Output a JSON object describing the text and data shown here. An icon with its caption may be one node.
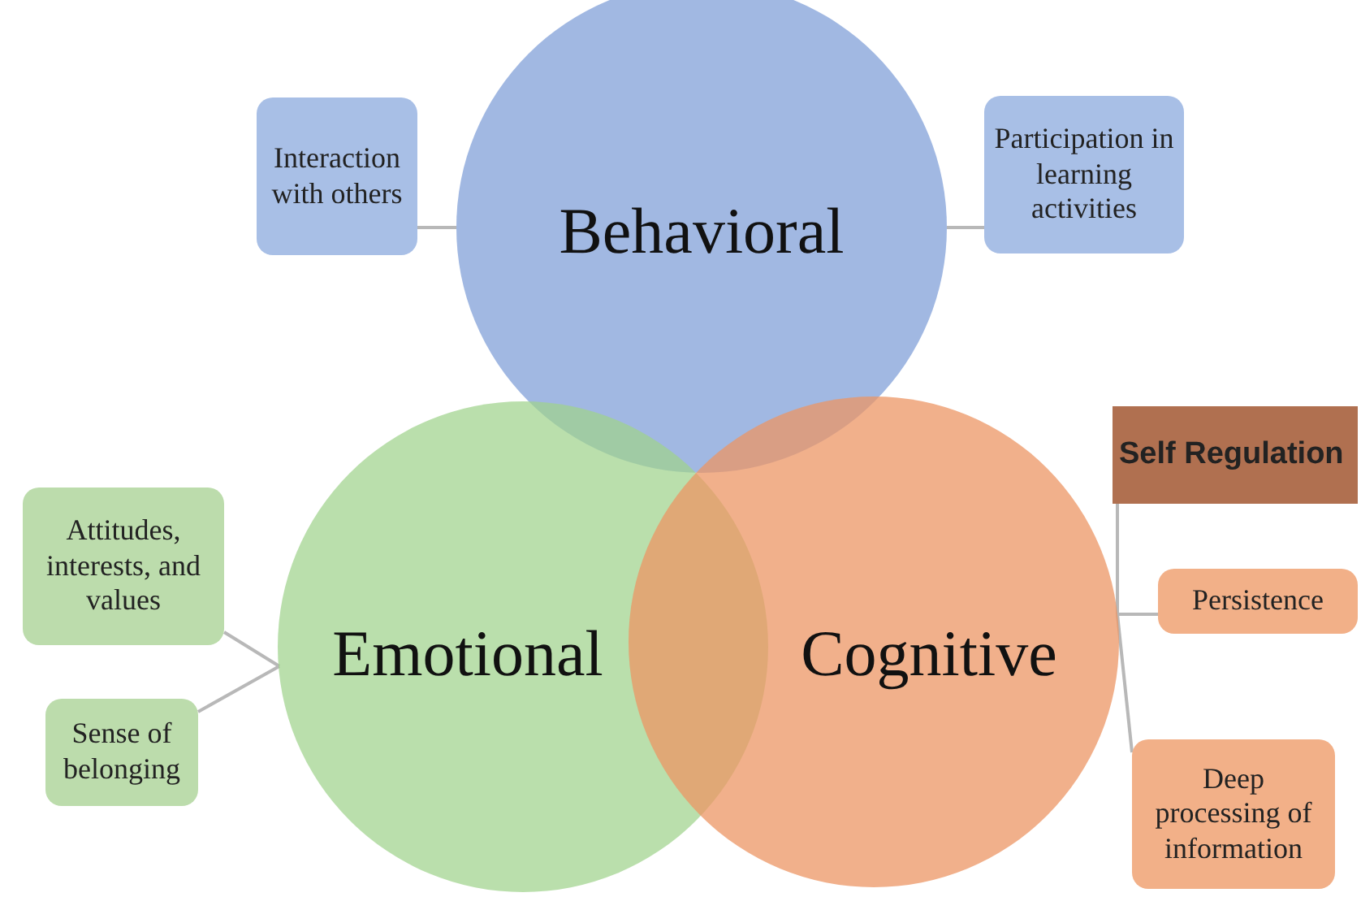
{
  "diagram": {
    "nodes": [
      {
        "text": [
          "Behavioral"
        ]
      },
      {
        "text": [
          "Emotional"
        ]
      },
      {
        "text": [
          "Cognitive"
        ]
      },
      {
        "text": [
          "Interaction with others"
        ]
      },
      {
        "text": [
          "Participation in learning activities"
        ]
      },
      {
        "text": [
          "Attitudes, interests, and values"
        ]
      },
      {
        "text": [
          "Sense of belonging"
        ]
      },
      {
        "text": [
          "Self Regulation"
        ]
      },
      {
        "text": [
          "Persistence"
        ]
      },
      {
        "text": [
          "Deep processing of information"
        ]
      }
    ],
    "edges": [
      {
        "from": 0,
        "to": 3,
        "arrow": "none"
      },
      {
        "from": 0,
        "to": 4,
        "arrow": "none"
      },
      {
        "from": 1,
        "to": 5,
        "arrow": "none"
      },
      {
        "from": 1,
        "to": 6,
        "arrow": "none"
      },
      {
        "from": 2,
        "to": 7,
        "arrow": "none"
      },
      {
        "from": 2,
        "to": 8,
        "arrow": "none"
      },
      {
        "from": 2,
        "to": 9,
        "arrow": "none"
      }
    ]
  }
}
